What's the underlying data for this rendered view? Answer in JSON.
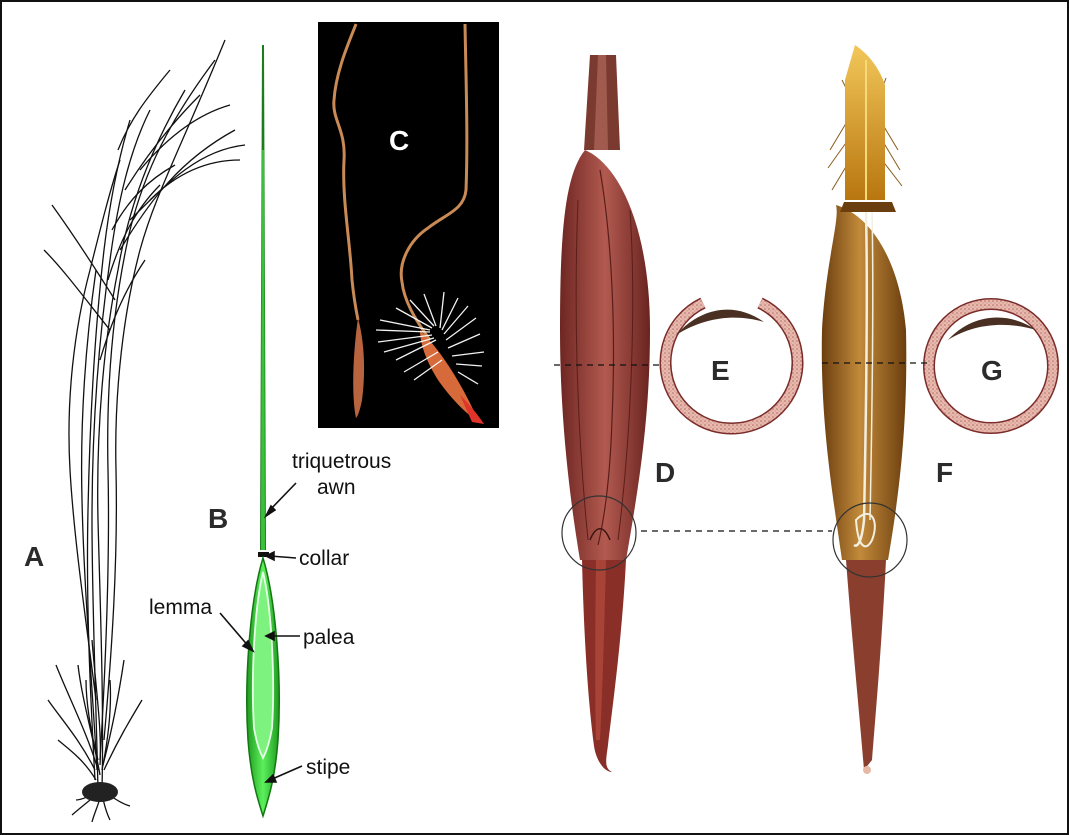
{
  "panels": {
    "A": "A",
    "B": "B",
    "C": "C",
    "D": "D",
    "E": "E",
    "F": "F",
    "G": "G"
  },
  "labels": {
    "awn_line1": "triquetrous",
    "awn_line2": "awn",
    "collar": "collar",
    "lemma": "lemma",
    "palea": "palea",
    "stipe": "stipe"
  },
  "colors": {
    "panel_b_fill": "#33d633",
    "panel_c_background": "#000000",
    "panel_d_color": "#8e3b34",
    "panel_f_color": "#9b6a24",
    "cross_section_ring": "#e3b3a8",
    "cross_section_arc": "#4a3022"
  }
}
